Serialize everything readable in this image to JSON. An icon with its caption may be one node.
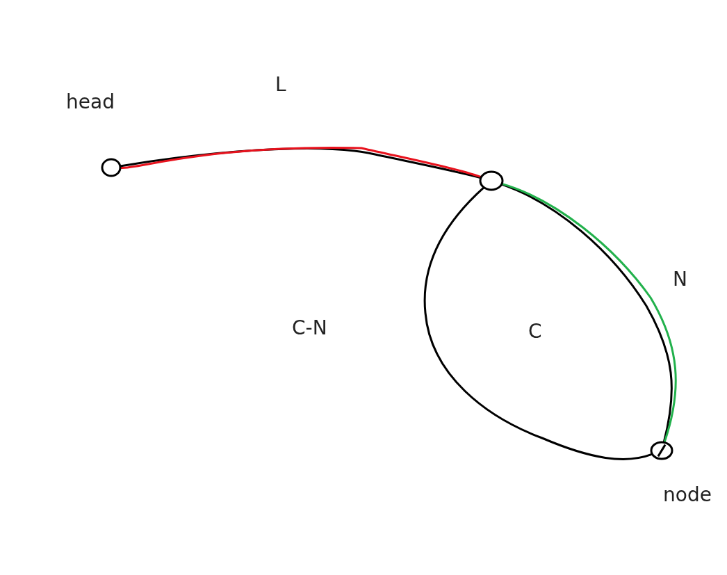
{
  "diagram": {
    "nodes": [
      {
        "text": [],
        "shape": "circle",
        "beside": [
          "head"
        ]
      },
      {
        "text": [],
        "shape": "circle"
      },
      {
        "text": [],
        "shape": "circle",
        "beside": [
          "node"
        ]
      }
    ],
    "edges": [
      {
        "from": 0,
        "to": 1,
        "arrow": "none"
      },
      {
        "from": 0,
        "to": 1,
        "arrow": "none",
        "color": "#e8121d"
      },
      {
        "from": 1,
        "to": 2,
        "arrow": "none"
      },
      {
        "from": 1,
        "to": 2,
        "arrow": "none",
        "color": "#22b14c"
      },
      {
        "from": 1,
        "to": 2,
        "arrow": "none"
      }
    ],
    "labels": [
      "L",
      "N",
      "C-N",
      "C"
    ]
  }
}
